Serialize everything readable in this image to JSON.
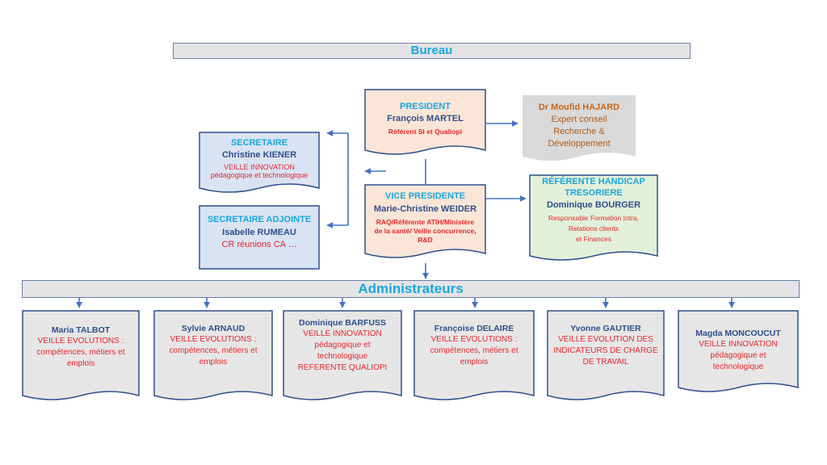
{
  "bureau": {
    "title": "Bureau"
  },
  "president": {
    "role": "PRESIDENT",
    "name": "François MARTEL",
    "duty": "Référent SI et Qualiopi"
  },
  "advisor": {
    "name": "Dr Moufid HAJARD",
    "line1": "Expert conseil",
    "line2": "Recherche &",
    "line3": "Développement"
  },
  "secretary": {
    "role": "SECRETAIRE",
    "name": "Christine KIENER",
    "line1": "VEILLE INNOVATION",
    "line2": "pédagogique et technologique"
  },
  "deputy_secretary": {
    "role": "SECRETAIRE ADJOINTE",
    "name": "Isabelle RUMEAU",
    "duty": "CR réunions CA …"
  },
  "vice_president": {
    "role": "VICE PRESIDENTE",
    "name": "Marie-Christine WEIDER",
    "line1": "RAQ/Référente ATIH/Ministère",
    "line2": "de la santé/ Veille concurrence,",
    "line3": "R&D"
  },
  "treasurer": {
    "role1": "RÉFÉRENTE HANDICAP",
    "role2": "TRESORIERE",
    "name": "Dominique BOURGER",
    "line1": "Responsable Formation Intra,",
    "line2": "Relations clients",
    "line3": "et Finances"
  },
  "administrateurs": {
    "title": "Administrateurs"
  },
  "admins": [
    {
      "name": "Maria TALBOT",
      "line1": "VEILLE EVOLUTIONS :",
      "line2": "compétences, métiers et",
      "line3": "emplois"
    },
    {
      "name": "Sylvie ARNAUD",
      "line1": "VEILLE EVOLUTIONS :",
      "line2": "compétences, métiers et",
      "line3": "emplois"
    },
    {
      "name": "Dominique BARFUSS",
      "line1": "VEILLE INNOVATION",
      "line2": "pédagogique et",
      "line3": "technologique",
      "line4": "REFERENTE QUALIOPI"
    },
    {
      "name": "Françoise DELAIRE",
      "line1": "VEILLE EVOLUTIONS :",
      "line2": "compétences, métiers et",
      "line3": "emplois"
    },
    {
      "name": "Yvonne GAUTIER",
      "line1": "VEILLE EVOLUTION DES",
      "line2": "INDICATEURS DE CHARGE",
      "line3": "DE TRAVAIL"
    },
    {
      "name": "Magda MONCOUCUT",
      "line1": "VEILLE INNOVATION",
      "line2": "pédagogique et",
      "line3": "technologique"
    }
  ],
  "colors": {
    "blue_box": "#dae3f3",
    "orange_box": "#fbe5d6",
    "green_box": "#e2f0d9",
    "grey_box": "#e7e6e6",
    "advisor_box": "#d9d9d9",
    "connector": "#4472c4",
    "border": "#2f4f8c"
  }
}
